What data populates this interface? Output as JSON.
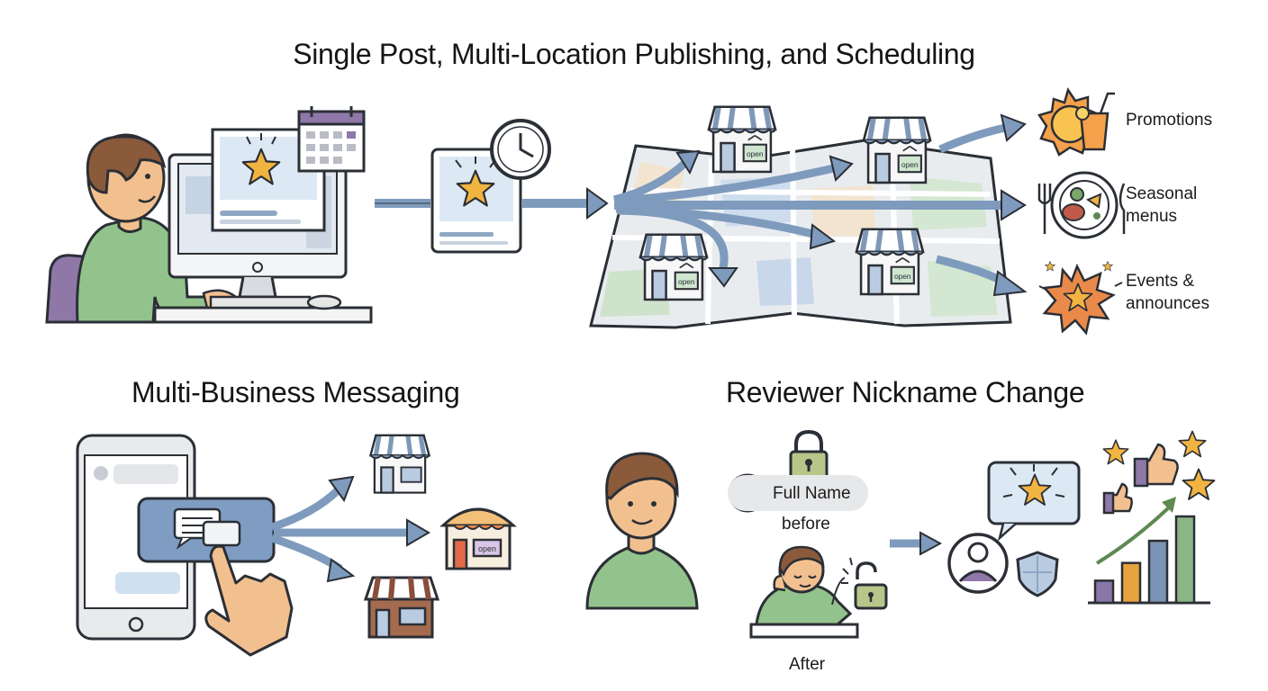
{
  "titles": {
    "main": "Single Post, Multi-Location Publishing, and Scheduling",
    "messaging": "Multi-Business Messaging",
    "nickname": "Reviewer Nickname Change"
  },
  "categories": {
    "promotions": "Promotions",
    "seasonal_line1": "Seasonal",
    "seasonal_line2": "menus",
    "events_line1": "Events &",
    "events_line2": "announces"
  },
  "store_sign": "open",
  "nickname": {
    "name_label": "Full Name",
    "before_label": "before",
    "after_label": "After"
  },
  "bar_chart": {
    "values": [
      1,
      1.8,
      2.8,
      3.9
    ],
    "colors": [
      "#8b76a8",
      "#e8a33d",
      "#7b93b4",
      "#8bb585"
    ]
  },
  "colors": {
    "arrow_blue": "#7e9bbd",
    "outline": "#2b2f36",
    "store_awning": "#7f98b8",
    "star": "#f2b441",
    "screen_blue": "#dce8f3",
    "shirt_green": "#93c38c",
    "chair_purple": "#8f78a8",
    "skin": "#f2c08f",
    "hair": "#8a5a3b"
  },
  "icons": [
    "person-at-computer",
    "calendar-icon",
    "clock-icon",
    "post-card-icon",
    "map-icon",
    "store-icon",
    "sun-drink-icon",
    "plate-icon",
    "burst-star-icon",
    "phone-icon",
    "chat-bubble-icon",
    "hand-pointer-icon",
    "lock-icon",
    "unlock-icon",
    "avatar-icon",
    "shield-icon",
    "thumbs-up-icon",
    "bar-chart-icon"
  ]
}
